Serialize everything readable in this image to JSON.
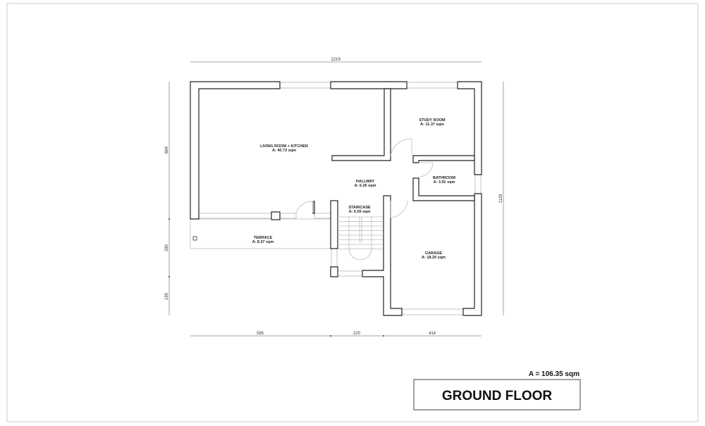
{
  "plan": {
    "rooms": [
      {
        "name": "LIVING ROOM + KITCHEN",
        "area": "A: 40.73 sqm"
      },
      {
        "name": "STUDY ROOM",
        "area": "A: 11.37 sqm"
      },
      {
        "name": "HALLWAY",
        "area": "A: 6.26 sqm"
      },
      {
        "name": "BATHROOM",
        "area": "A: 3.91 sqm"
      },
      {
        "name": "STAIRCASE",
        "area": "A: 6.50 sqm"
      },
      {
        "name": "TERRACE",
        "area": "A: 8.37 sqm"
      },
      {
        "name": "GARAGE",
        "area": "A: 18.20 sqm"
      }
    ],
    "dimensions": {
      "top": "1219",
      "left": [
        "664",
        "280",
        "185"
      ],
      "right": "1129",
      "bottom": [
        "585",
        "220",
        "414"
      ]
    }
  },
  "footer": {
    "total_area": "A = 106.35 sqm",
    "title": "GROUND FLOOR"
  }
}
